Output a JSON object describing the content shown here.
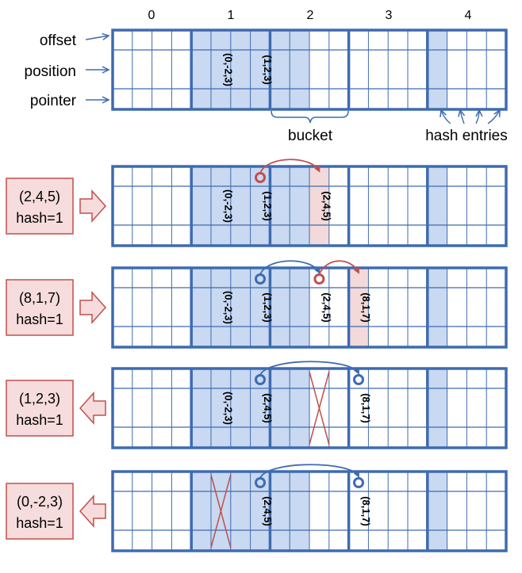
{
  "buckets": [
    "0",
    "1",
    "2",
    "3",
    "4"
  ],
  "row_labels": [
    "offset",
    "position",
    "pointer"
  ],
  "callouts": {
    "bucket": "bucket",
    "hash_entries": "hash entries"
  },
  "colors": {
    "frame": "#3e6bb0",
    "fill": "#c9d9f1",
    "grid": "#3e6bb0",
    "red": "#c0504d",
    "pink_fill": "#f3d9d9",
    "op_fill": "#f6dcdc",
    "op_border": "#c0504d"
  },
  "steps": [
    {
      "entries": [
        {
          "label": "(0,-2,3)",
          "col": 5
        },
        {
          "label": "(1,2,3)",
          "col": 7
        }
      ],
      "op": null
    },
    {
      "entries": [
        {
          "label": "(0,-2,3)",
          "col": 5
        },
        {
          "label": "(1,2,3)",
          "col": 7
        },
        {
          "label": "(2,4,5)",
          "col": 10,
          "new": true
        }
      ],
      "op": {
        "key": "(2,4,5)",
        "hash": "hash=1",
        "direction": "insert"
      }
    },
    {
      "entries": [
        {
          "label": "(0,-2,3)",
          "col": 5
        },
        {
          "label": "(1,2,3)",
          "col": 7
        },
        {
          "label": "(2,4,5)",
          "col": 10
        },
        {
          "label": "(8,1,7)",
          "col": 12,
          "new": true
        }
      ],
      "op": {
        "key": "(8,1,7)",
        "hash": "hash=1",
        "direction": "insert"
      }
    },
    {
      "entries": [
        {
          "label": "(0,-2,3)",
          "col": 5
        },
        {
          "label": "(2,4,5)",
          "col": 7
        },
        {
          "label": "(8,1,7)",
          "col": 12
        }
      ],
      "op": {
        "key": "(1,2,3)",
        "hash": "hash=1",
        "direction": "delete"
      }
    },
    {
      "entries": [
        {
          "label": "(2,4,5)",
          "col": 7
        },
        {
          "label": "(8,1,7)",
          "col": 12
        }
      ],
      "op": {
        "key": "(0,-2,3)",
        "hash": "hash=1",
        "direction": "delete"
      }
    }
  ]
}
